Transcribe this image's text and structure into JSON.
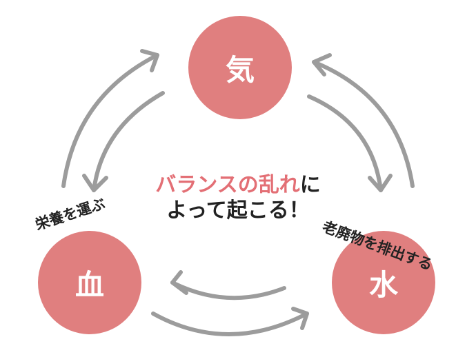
{
  "colors": {
    "circle": "#E07F7F",
    "accent": "#E36F75",
    "arrow": "#9C9C9C",
    "text": "#222222"
  },
  "nodes": {
    "ki": "気",
    "ketsu": "血",
    "sui": "水"
  },
  "center": {
    "line1_emphasis": "バランスの乱れ",
    "line1_rest": "に",
    "line2": "よって起こる！"
  },
  "labels": {
    "blood": "栄養を運ぶ",
    "water": "老廃物を排出する"
  }
}
